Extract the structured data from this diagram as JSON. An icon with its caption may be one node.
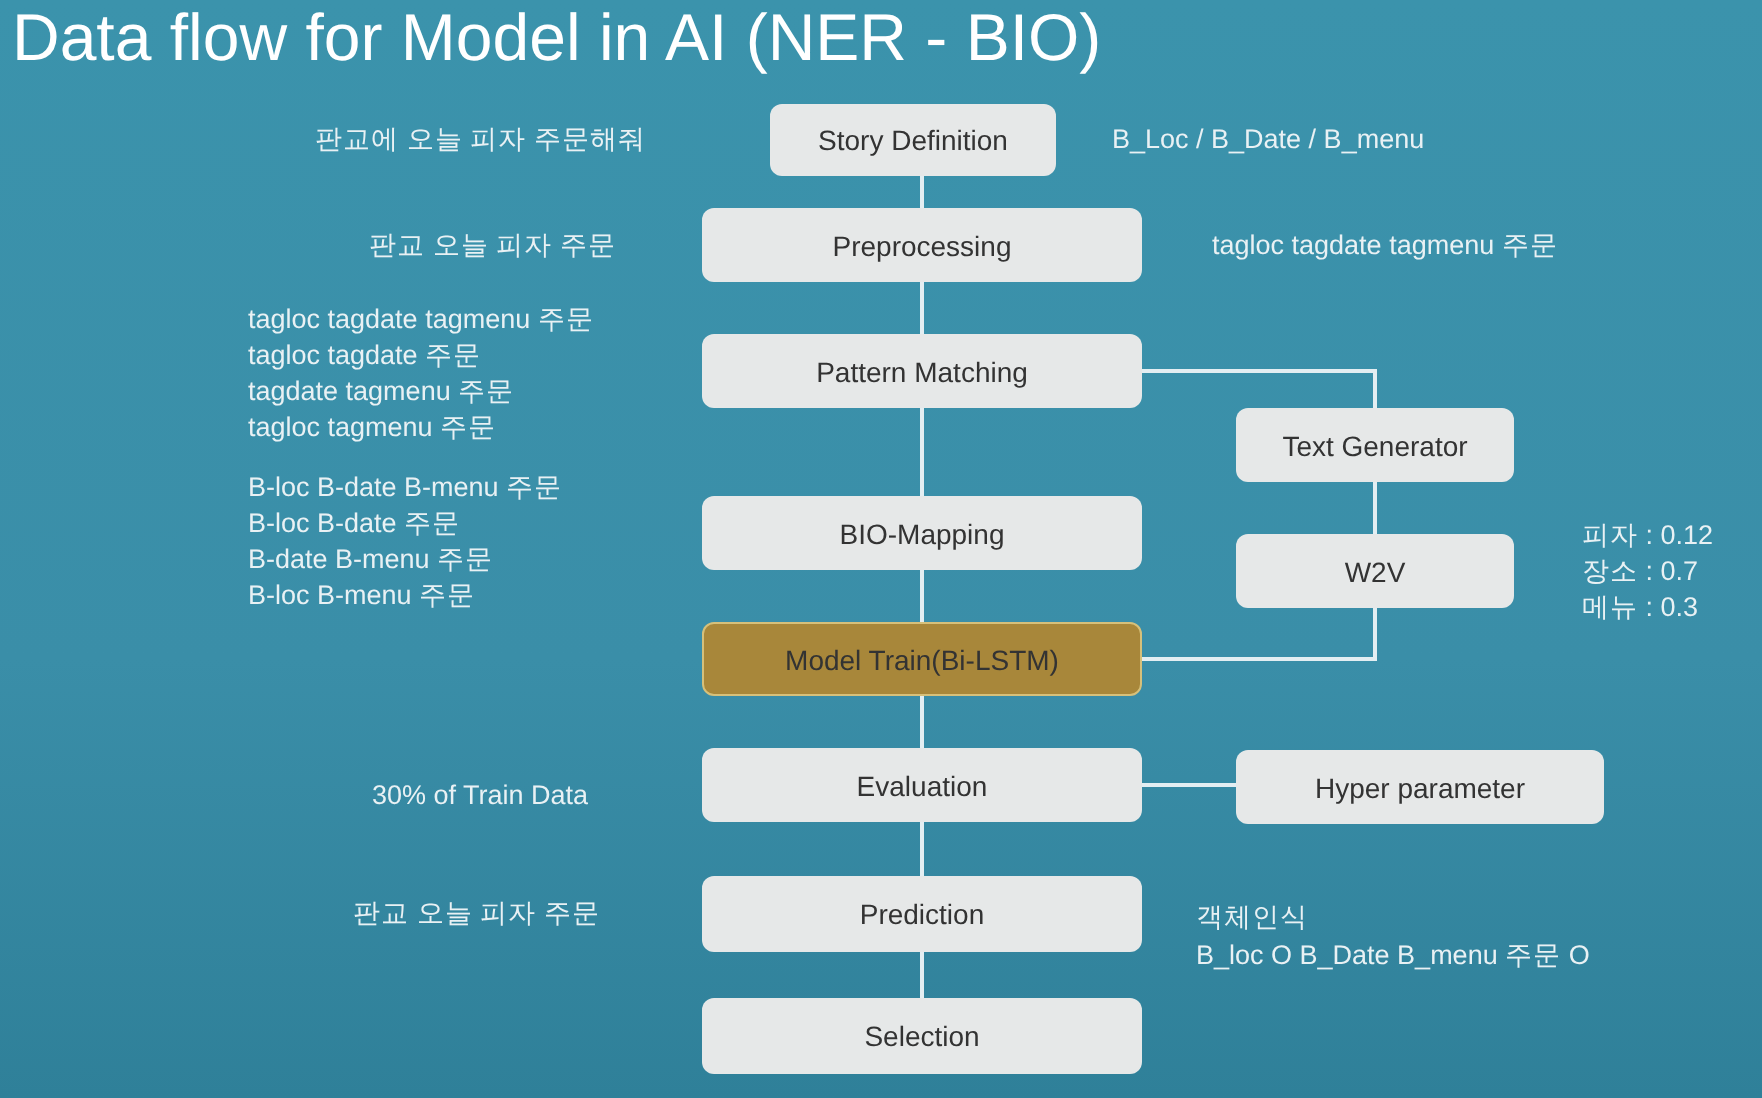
{
  "diagram": {
    "title": "Data flow for Model in AI (NER - BIO)",
    "nodes": [
      {
        "text": [
          "Story Definition"
        ],
        "beside": [
          "B_Loc / B_Date / B_menu"
        ]
      },
      {
        "text": [
          "Preprocessing"
        ],
        "beside": [
          "판교 오늘 피자 주문",
          "tagloc tagdate tagmenu 주문"
        ]
      },
      {
        "text": [
          "Pattern Matching"
        ],
        "beside": [
          "tagloc tagdate tagmenu 주문",
          "tagloc tagdate 주문",
          "tagdate tagmenu 주문",
          "tagloc tagmenu 주문"
        ]
      },
      {
        "text": [
          "Text Generator"
        ]
      },
      {
        "text": [
          "W2V"
        ],
        "beside": [
          "피자 : 0.12",
          "장소 : 0.7",
          "메뉴 : 0.3"
        ]
      },
      {
        "text": [
          "BIO-Mapping"
        ],
        "beside": [
          "B-loc B-date B-menu 주문",
          "B-loc B-date 주문",
          "B-date B-menu 주문",
          "B-loc B-menu 주문"
        ]
      },
      {
        "text": [
          "Model Train(Bi-LSTM)"
        ]
      },
      {
        "text": [
          "Evaluation"
        ]
      },
      {
        "text": [
          "Hyper parameter"
        ]
      },
      {
        "text": [
          "Prediction"
        ],
        "beside": [
          "판교 오늘 피자 주문",
          "객체인식",
          "B_loc O B_Date B_menu 주문 O"
        ]
      },
      {
        "text": [
          "Selection"
        ]
      }
    ],
    "edges": [
      {
        "from": 0,
        "to": 1,
        "arrow": "none"
      },
      {
        "from": 1,
        "to": 2,
        "arrow": "none"
      },
      {
        "from": 2,
        "to": 5,
        "arrow": "none"
      },
      {
        "from": 5,
        "to": 6,
        "arrow": "none"
      },
      {
        "from": 6,
        "to": 7,
        "arrow": "none"
      },
      {
        "from": 7,
        "to": 9,
        "arrow": "none"
      },
      {
        "from": 9,
        "to": 10,
        "arrow": "none"
      },
      {
        "from": 2,
        "to": 3,
        "arrow": "none"
      },
      {
        "from": 3,
        "to": 4,
        "arrow": "none"
      },
      {
        "from": 4,
        "to": 6,
        "arrow": "none"
      },
      {
        "from": 7,
        "to": 8,
        "arrow": "none"
      }
    ],
    "labels": [
      "판교에 오늘 피자 주문해줘",
      "30% of Train Data"
    ]
  }
}
